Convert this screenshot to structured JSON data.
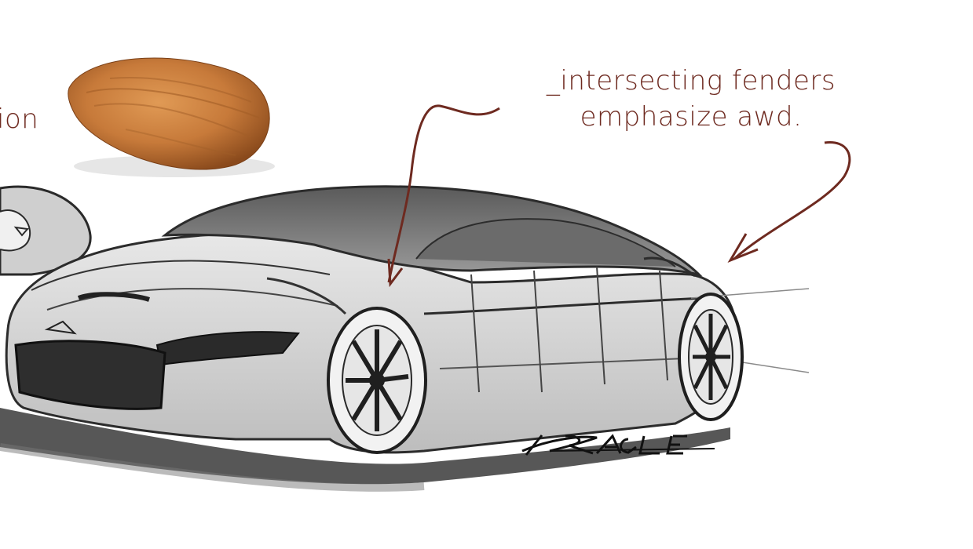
{
  "annotations": {
    "left_caption_fragment": "ion",
    "right_caption_line1": "_intersecting fenders",
    "right_caption_line2": "emphasize awd."
  },
  "signature": "RAGLE",
  "colors": {
    "annotation": "#6e2a20",
    "almond": "#c77a3a",
    "pencil": "#3a3a3a",
    "background": "#ffffff"
  }
}
